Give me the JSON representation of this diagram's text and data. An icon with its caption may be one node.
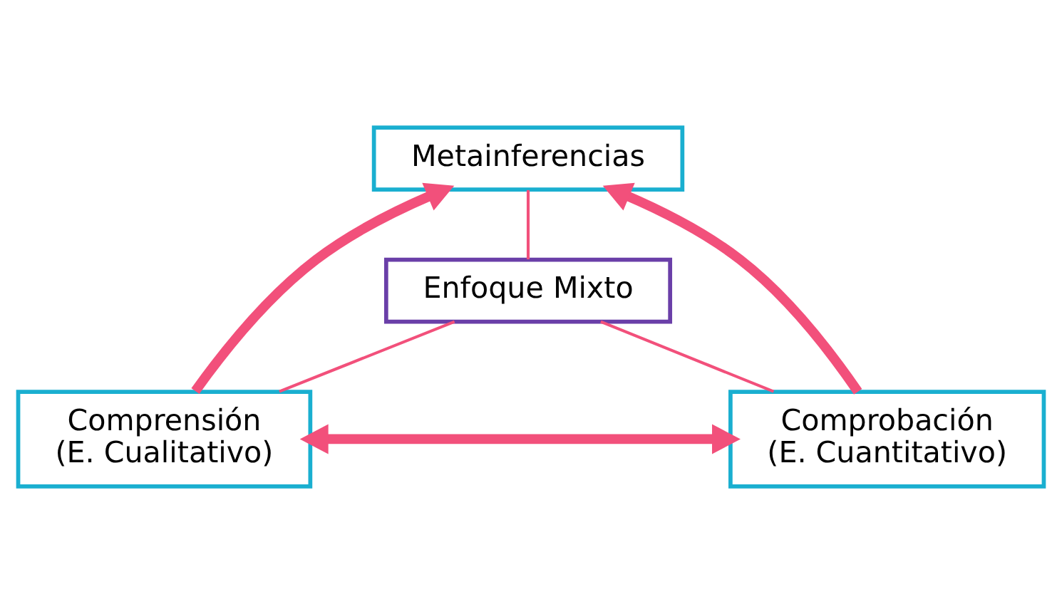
{
  "diagram": {
    "nodes": [
      {
        "text": [
          "Metainferencias"
        ]
      },
      {
        "text": [
          "Enfoque Mixto"
        ]
      },
      {
        "text": [
          "Comprensión (E. Cualitativo)"
        ]
      },
      {
        "text": [
          "Comprobación (E. Cuantitativo)"
        ]
      }
    ],
    "edges": [
      {
        "from": 0,
        "to": 1,
        "arrow": "none"
      },
      {
        "from": 1,
        "to": 2,
        "arrow": "none"
      },
      {
        "from": 1,
        "to": 3,
        "arrow": "none"
      },
      {
        "from": 2,
        "to": 0,
        "arrow": "to",
        "style": "thick"
      },
      {
        "from": 3,
        "to": 0,
        "arrow": "to",
        "style": "thick"
      },
      {
        "from": 2,
        "to": 3,
        "arrow": "both",
        "style": "thick"
      }
    ]
  }
}
